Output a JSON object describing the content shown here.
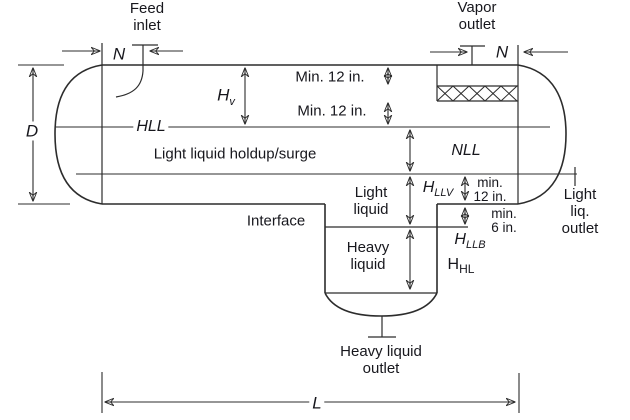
{
  "colors": {
    "line": "#2c2c2c",
    "text": "#17171d",
    "background": "#ffffff"
  },
  "nozzles": {
    "feed_inlet": "Feed\ninlet",
    "vapor_outlet": "Vapor\noutlet",
    "light_liquid_outlet": "Light liq.\noutlet",
    "heavy_liquid_outlet": "Heavy liquid\noutlet",
    "nozzle_symbol_feed": "N",
    "nozzle_symbol_vapor": "N"
  },
  "dimensions": {
    "diameter": "D",
    "length": "L",
    "vapor_space": {
      "base": "H",
      "sub": "v"
    },
    "light_liquid_vessel": {
      "base": "H",
      "sub": "LLV"
    },
    "light_liquid_boot": {
      "base": "H",
      "sub": "LLB"
    },
    "heavy_liquid_height": {
      "base": "H",
      "sub": "HL"
    },
    "min_12_top": "Min. 12 in.",
    "min_12_mid": "Min. 12 in.",
    "min_12_light_liquid": "min.\n12 in.",
    "min_6_boot": "min.\n6 in."
  },
  "levels": {
    "hll": "HLL",
    "nll": "NLL",
    "interface": "Interface"
  },
  "regions": {
    "holdup_surge": "Light liquid holdup/surge",
    "light_liquid": "Light\nliquid",
    "heavy_liquid": "Heavy\nliquid"
  }
}
